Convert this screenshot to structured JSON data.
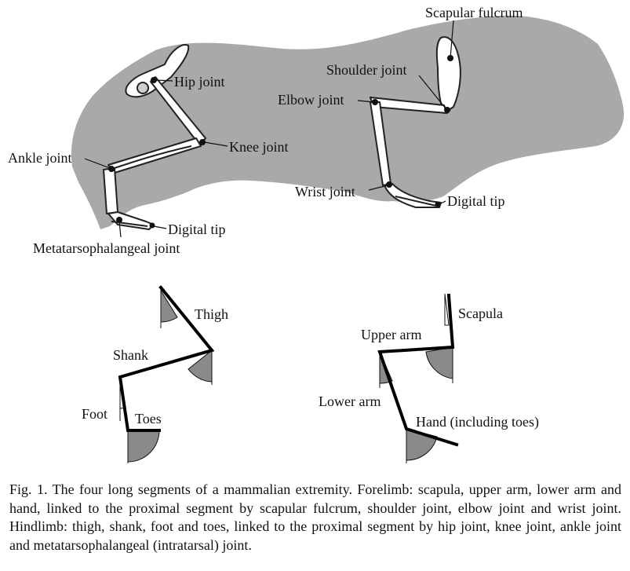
{
  "labels": {
    "hip_joint": "Hip joint",
    "knee_joint": "Knee joint",
    "ankle_joint": "Ankle joint",
    "digital_tip_hind": "Digital tip",
    "metatarsophalangeal_joint": "Metatarsophalangeal joint",
    "scapular_fulcrum": "Scapular fulcrum",
    "shoulder_joint": "Shoulder joint",
    "elbow_joint": "Elbow joint",
    "wrist_joint": "Wrist joint",
    "digital_tip_fore": "Digital tip"
  },
  "hindlimb_diagram": {
    "thigh": "Thigh",
    "shank": "Shank",
    "foot": "Foot",
    "toes": "Toes"
  },
  "forelimb_diagram": {
    "scapula": "Scapula",
    "upper_arm": "Upper arm",
    "lower_arm": "Lower arm",
    "hand": "Hand (including toes)"
  },
  "caption": "Fig. 1. The four long segments of a mammalian extremity. Forelimb: scapula, upper arm, lower arm and hand, linked to the proximal segment by scapular fulcrum, shoulder joint, elbow joint and wrist joint. Hindlimb: thigh, shank, foot and toes, linked to the proximal segment by hip joint, knee joint, ankle joint and metatarsophalangeal (intratarsal) joint.",
  "colors": {
    "silhouette": "#a9a9a9",
    "bone_fill": "#ffffff",
    "bone_stroke": "#222222",
    "angle_fill": "#8a8a8a"
  }
}
